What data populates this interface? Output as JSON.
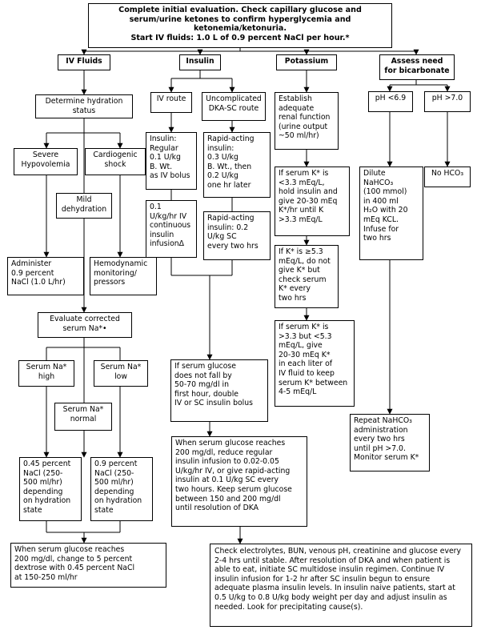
{
  "top": "Complete initial evaluation. Check capillary glucose and serum/urine ketones to confirm hyperglycemia and ketonemia/ketonuria.\nStart IV fluids: 1.0 L of 0.9 percent NaCl per hour.*",
  "headers": {
    "iv_fluids": "IV Fluids",
    "insulin": "Insulin",
    "potassium": "Potassium",
    "bicarb": "Assess need\nfor bicarbonate"
  },
  "fluids": {
    "hydration": "Determine hydration\nstatus",
    "severe": "Severe\nHypovolemia",
    "cardio": "Cardiogenic\nshock",
    "mild": "Mild\ndehydration",
    "administer": "Administer\n0.9 percent\nNaCl (1.0 L/hr)",
    "hemo": "Hemodynamic\nmonitoring/\npressors",
    "evaluate": "Evaluate corrected\nserum Na*•",
    "na_high": "Serum Na*\nhigh",
    "na_low": "Serum Na*\nlow",
    "na_normal": "Serum Na*\nnormal",
    "nacl045": "0.45 percent\nNaCl (250-\n500 ml/hr)\ndepending\non hydration\nstate",
    "nacl09": "0.9 percent\nNaCl (250-\n500 ml/hr)\ndepending\non hydration\nstate",
    "glucose200": "When serum glucose reaches\n200 mg/dl, change to 5 percent\ndextrose with 0.45 percent NaCl\nat 150-250 ml/hr"
  },
  "insulin": {
    "iv_route": "IV route",
    "sc_route": "Uncomplicated\nDKA-SC route",
    "regular": "Insulin:\nRegular\n0.1 U/kg\nB. Wt.\nas IV bolus",
    "rapid1": "Rapid-acting\ninsulin:\n0.3 U/kg\nB. Wt., then\n0.2 U/kg\none hr later",
    "continuous": "0.1\nU/kg/hr IV\ncontinuous\ninsulin\ninfusionΔ",
    "rapid2": "Rapid-acting\ninsulin: 0.2\nU/kg SC\nevery two hrs",
    "not_fall": "If serum glucose\ndoes not fall by\n50-70 mg/dl in\nfirst hour, double\nIV or SC insulin bolus",
    "reaches": "When serum glucose reaches\n200 mg/dl, reduce regular\ninsulin infusion to 0.02-0.05\nU/kg/hr IV, or give rapid-acting\ninsulin at 0.1 U/kg SC every\ntwo hours. Keep serum glucose\nbetween 150 and 200 mg/dl\nuntil resolution of DKA"
  },
  "potassium": {
    "establish": "Establish\nadequate\nrenal function\n(urine output\n~50 ml/hr)",
    "k_low": "If serum K* is\n<3.3 mEq/L,\nhold insulin and\ngive 20-30 mEq\nK*/hr until K\n>3.3 mEq/L",
    "k_high": "If K* is ≥5.3\nmEq/L, do not\ngive K* but\ncheck serum\nK* every\ntwo hrs",
    "k_mid": "If serum K* is\n>3.3 but <5.3\nmEq/L, give\n20-30 mEq K*\nin each liter of\nIV fluid to keep\nserum K* between\n4-5 mEq/L"
  },
  "bicarb": {
    "ph_low": "pH <6.9",
    "ph_high": "pH >7.0",
    "dilute": "Dilute\nNaHCO₃\n(100 mmol)\nin 400 ml\nH₂O with 20\nmEq KCL.\nInfuse for\ntwo hrs",
    "no_hco3": "No HCO₃",
    "repeat": "Repeat NaHCO₃\nadministration\nevery two hrs\nuntil pH >7.0.\nMonitor serum K*"
  },
  "final": "Check electrolytes, BUN, venous pH, creatinine and glucose every 2-4 hrs until stable. After resolution of DKA and when patient is able to eat, initiate SC multidose insulin regimen. Continue IV insulin infusion for 1-2 hr after SC insulin begun to ensure adequate plasma insulin levels. In insulin naive patients, start at 0.5 U/kg to 0.8 U/kg body weight per day and adjust insulin as needed. Look for precipitating cause(s)."
}
